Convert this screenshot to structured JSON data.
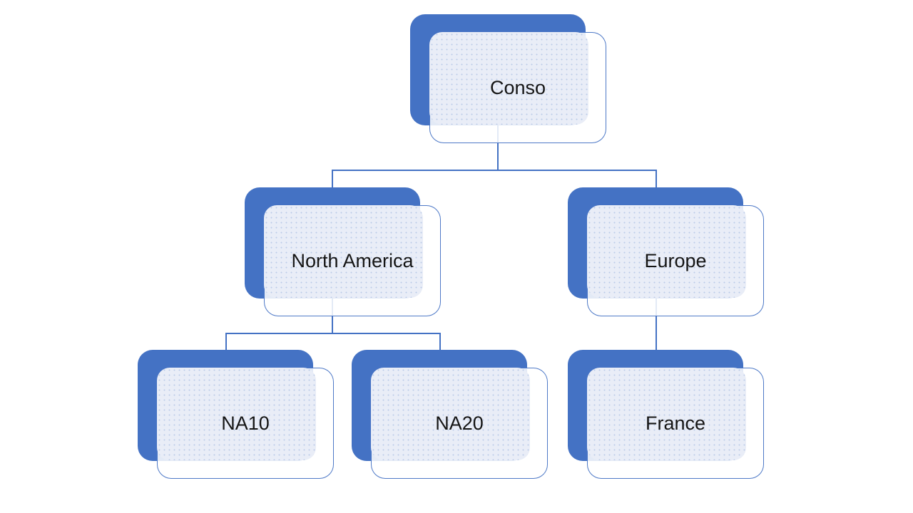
{
  "diagram": {
    "type": "hierarchy",
    "background": "#FFFFFF",
    "colors": {
      "accent_fill": "#4472C4",
      "shape_fill": "#E9EDF7",
      "shape_border": "#4472C4",
      "connector": "#4472C4",
      "label_text": "#151515"
    },
    "nodes": [
      {
        "id": "conso",
        "label": "Conso",
        "parent": null,
        "level": 0
      },
      {
        "id": "north-america",
        "label": "North America",
        "parent": "conso",
        "level": 1
      },
      {
        "id": "europe",
        "label": "Europe",
        "parent": "conso",
        "level": 1
      },
      {
        "id": "na10",
        "label": "NA10",
        "parent": "north-america",
        "level": 2
      },
      {
        "id": "na20",
        "label": "NA20",
        "parent": "north-america",
        "level": 2
      },
      {
        "id": "france",
        "label": "France",
        "parent": "europe",
        "level": 2
      }
    ]
  }
}
